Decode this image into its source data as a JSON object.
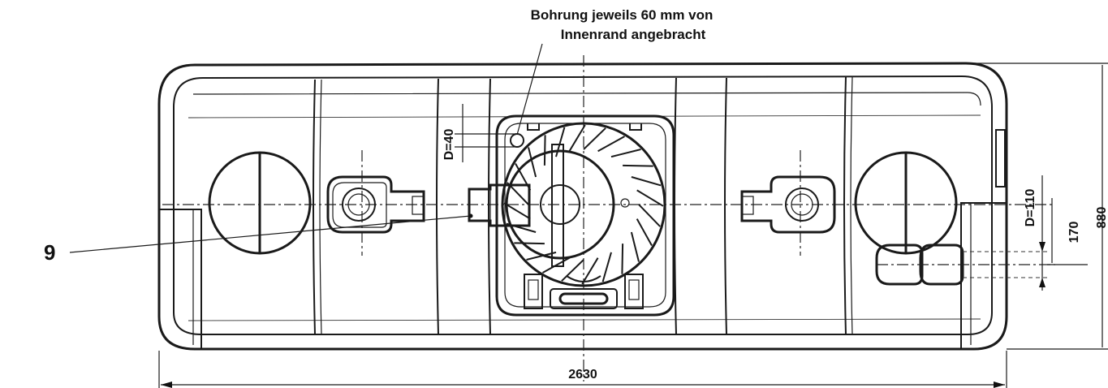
{
  "drawing": {
    "annotation": {
      "line1": "Bohrung jeweils 60 mm von",
      "line2": "Innenrand angebracht"
    },
    "dimensions": {
      "overall_length": "2630",
      "overall_height": "880",
      "outlet_height": "170",
      "outlet_diameter": "D=110",
      "drill_diameter": "D=40"
    },
    "position_label": "9"
  }
}
